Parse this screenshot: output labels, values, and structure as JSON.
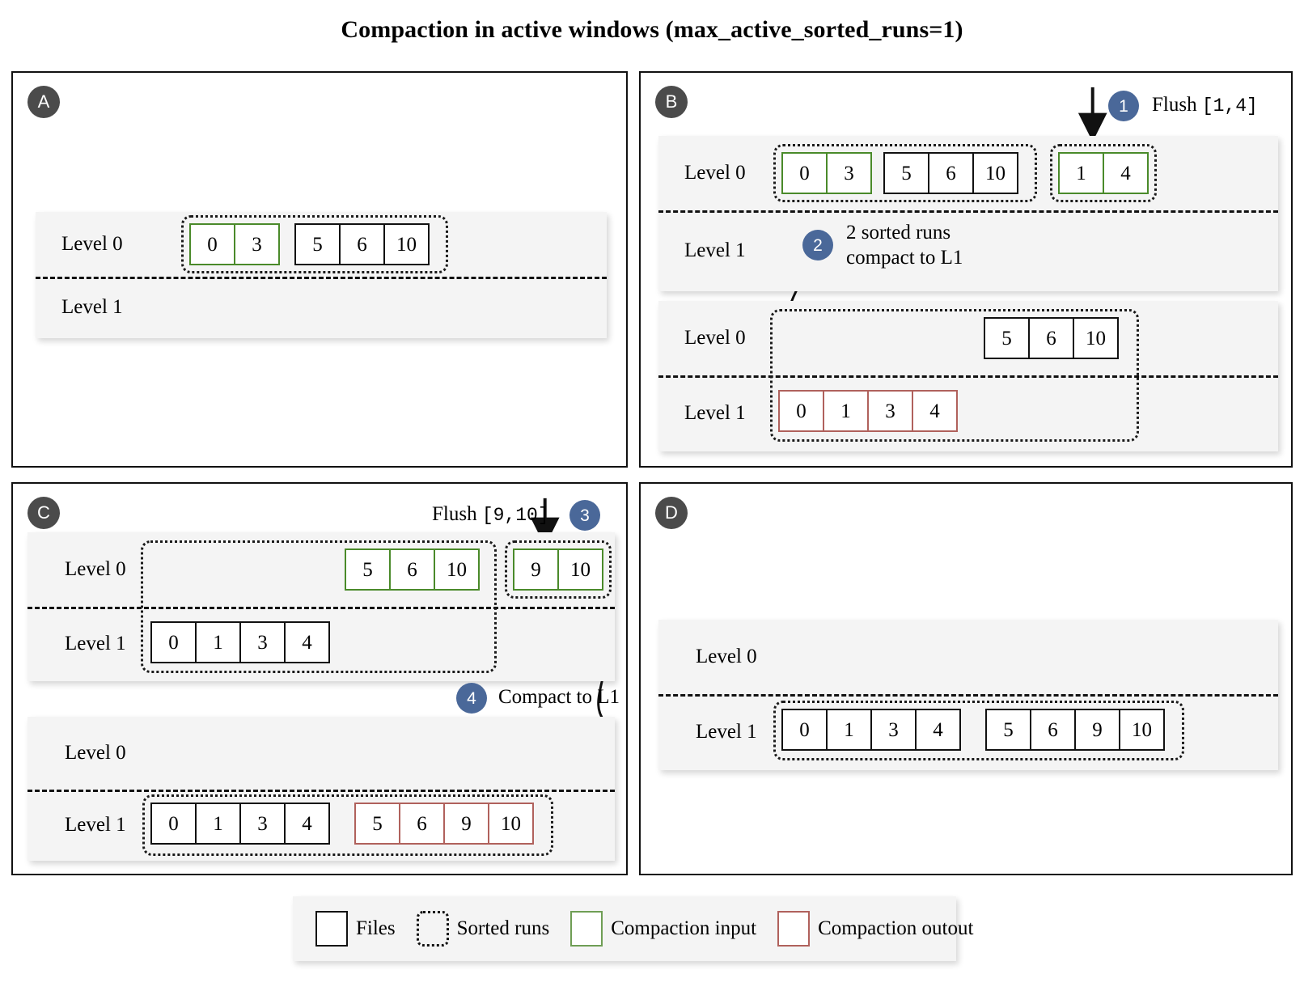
{
  "title": "Compaction in active windows (max_active_sorted_runs=1)",
  "colors": {
    "file_border": "#111111",
    "compaction_input_green": "#4a8a2a",
    "compaction_output_red": "#b0615c",
    "step_badge_blue": "#4a6899",
    "panel_badge_gray": "#4b4b4b",
    "level_bg": "#f4f4f4"
  },
  "labels": {
    "level0": "Level 0",
    "level1": "Level 1"
  },
  "panels": {
    "a": {
      "badge": "A",
      "states": [
        {
          "level0_files": [
            {
              "values": [
                "0",
                "3"
              ],
              "style": "green"
            },
            {
              "values": [
                "5",
                "6",
                "10"
              ],
              "style": "black"
            }
          ],
          "level1_files": []
        }
      ]
    },
    "b": {
      "badge": "B",
      "step1_badge": "1",
      "step1_caption_text": "Flush",
      "step1_caption_code": "[1,4]",
      "step2_badge": "2",
      "step2_caption_line1": "2 sorted runs",
      "step2_caption_line2": "compact to L1",
      "states": [
        {
          "level0_files": [
            {
              "values": [
                "0",
                "3"
              ],
              "style": "green"
            },
            {
              "values": [
                "5",
                "6",
                "10"
              ],
              "style": "black"
            },
            {
              "values": [
                "1",
                "4"
              ],
              "style": "green"
            }
          ],
          "level1_files": []
        },
        {
          "level0_files": [
            {
              "values": [
                "5",
                "6",
                "10"
              ],
              "style": "black"
            }
          ],
          "level1_files": [
            {
              "values": [
                "0",
                "1",
                "3",
                "4"
              ],
              "style": "red"
            }
          ]
        }
      ]
    },
    "c": {
      "badge": "C",
      "step3_badge": "3",
      "step3_caption_text": "Flush",
      "step3_caption_code": "[9,10]",
      "step4_badge": "4",
      "step4_caption": "Compact to L1",
      "states": [
        {
          "level0_files": [
            {
              "values": [
                "5",
                "6",
                "10"
              ],
              "style": "green"
            },
            {
              "values": [
                "9",
                "10"
              ],
              "style": "green"
            }
          ],
          "level1_files": [
            {
              "values": [
                "0",
                "1",
                "3",
                "4"
              ],
              "style": "black"
            }
          ]
        },
        {
          "level0_files": [],
          "level1_files": [
            {
              "values": [
                "0",
                "1",
                "3",
                "4"
              ],
              "style": "black"
            },
            {
              "values": [
                "5",
                "6",
                "9",
                "10"
              ],
              "style": "red"
            }
          ]
        }
      ]
    },
    "d": {
      "badge": "D",
      "states": [
        {
          "level0_files": [],
          "level1_files": [
            {
              "values": [
                "0",
                "1",
                "3",
                "4"
              ],
              "style": "black"
            },
            {
              "values": [
                "5",
                "6",
                "9",
                "10"
              ],
              "style": "black"
            }
          ]
        }
      ]
    }
  },
  "legend": {
    "items": [
      {
        "swatch": "files-swatch",
        "label": "Files"
      },
      {
        "swatch": "sorted-runs-swatch",
        "label": "Sorted runs"
      },
      {
        "swatch": "compaction-input-swatch",
        "label": "Compaction input"
      },
      {
        "swatch": "compaction-output-swatch",
        "label": "Compaction outout"
      }
    ]
  }
}
